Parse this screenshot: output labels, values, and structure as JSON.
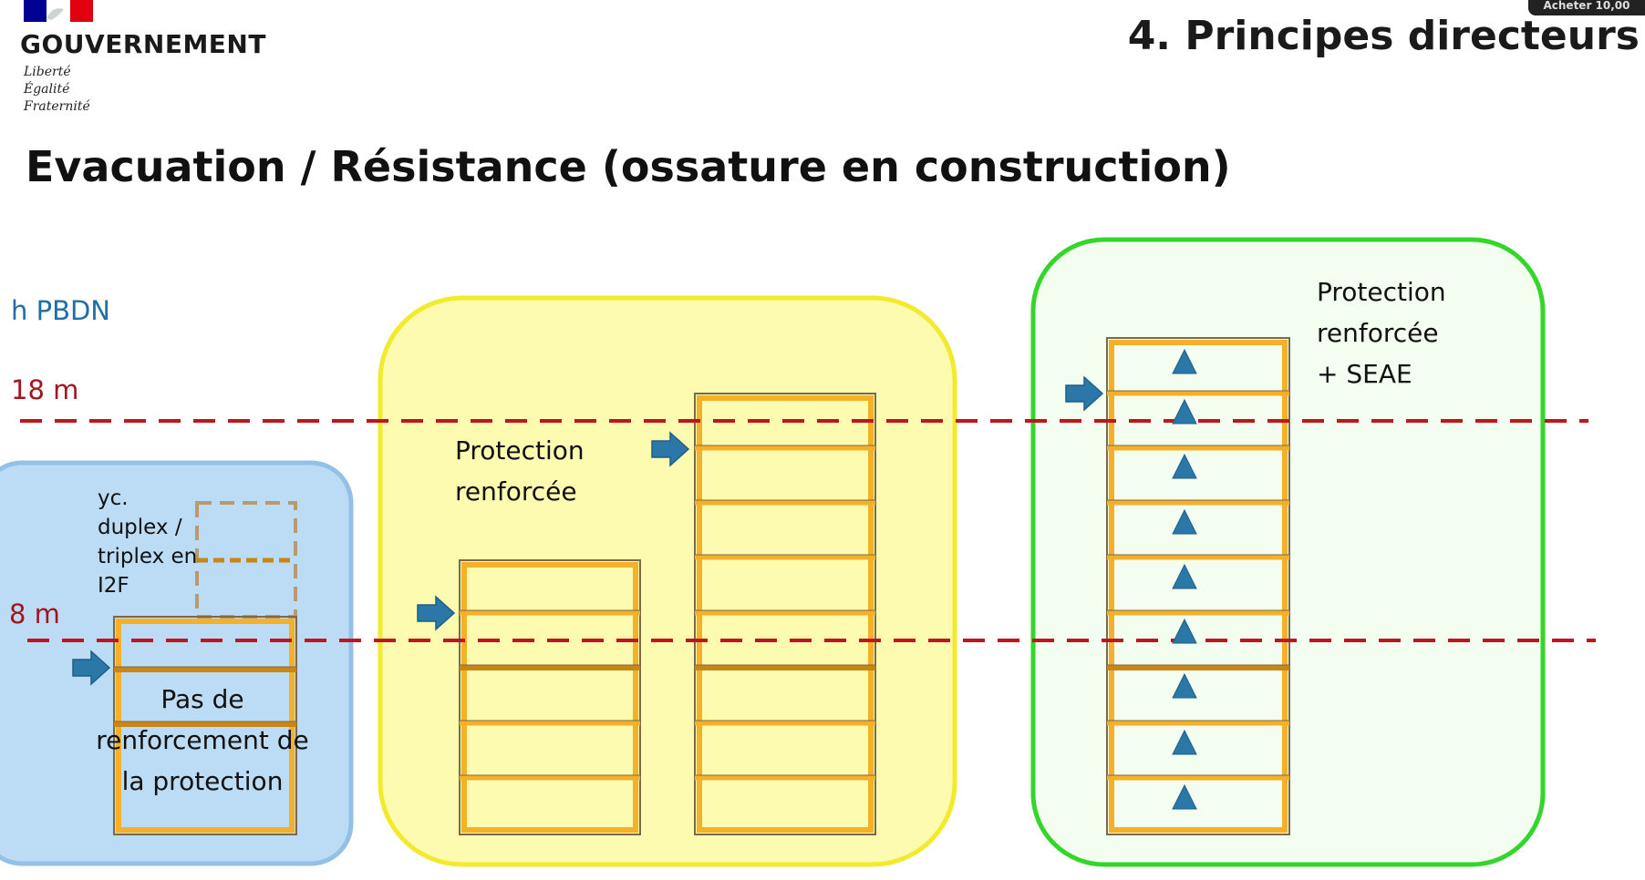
{
  "header": {
    "logo_name": "République française – Marianne logo",
    "gov_name": "GOUVERNEMENT",
    "motto": [
      "Liberté",
      "Égalité",
      "Fraternité"
    ],
    "section_title": "4. Principes directeurs",
    "video_badge": "Acheter 10,00"
  },
  "slide": {
    "title": "Evacuation / Résistance (ossature en construction)"
  },
  "diagram": {
    "height_axis_label": "h PBDN",
    "thresholds": [
      {
        "label": "18 m",
        "height_m": 18
      },
      {
        "label": "8 m",
        "height_m": 8
      }
    ],
    "zones": [
      {
        "id": "blue",
        "label": "Pas de renforcement de la protection",
        "label_lines": [
          "Pas de",
          "renforcement de",
          "la protection"
        ],
        "note_lines": [
          "yc.",
          "duplex /",
          "triplex en",
          "I2F"
        ],
        "color": "#bcdcf5",
        "border": "#93c0e6"
      },
      {
        "id": "yellow",
        "label": "Protection renforcée",
        "label_lines": [
          "Protection",
          "renforcée"
        ],
        "color": "#fdfbb0",
        "border": "#f2ea2c"
      },
      {
        "id": "green",
        "label": "Protection renforcée + SEAE",
        "label_lines": [
          "Protection",
          "renforcée",
          "+ SEAE"
        ],
        "color": "#f4fef0",
        "border": "#35d62c"
      }
    ],
    "colors": {
      "threshold_line": "#c01520",
      "arrow": "#2a77a8",
      "triangle": "#2a77a8",
      "frame": "#f5b02a",
      "frame_dark": "#c98515",
      "frame_outline": "#7a6a48"
    },
    "icons": {
      "entry_arrow": "arrow-right-icon",
      "smoke_extraction": "triangle-up-icon"
    }
  }
}
